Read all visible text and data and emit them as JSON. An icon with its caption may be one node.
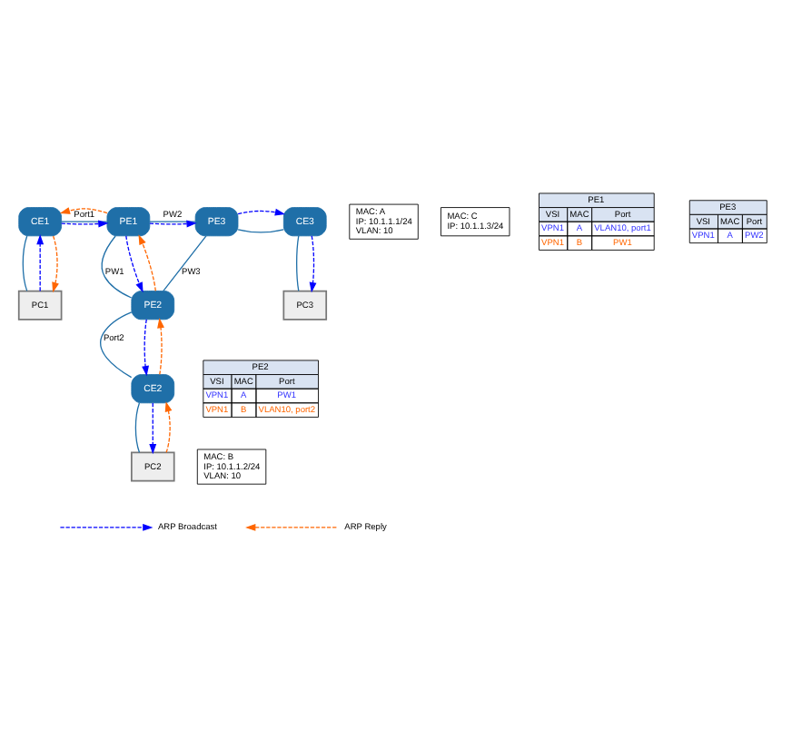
{
  "diagram": {
    "nodes": [
      {
        "text": [
          "CE1"
        ]
      },
      {
        "text": [
          "PE1"
        ]
      },
      {
        "text": [
          "PE3"
        ]
      },
      {
        "text": [
          "CE3"
        ]
      },
      {
        "text": [
          "PC1"
        ]
      },
      {
        "text": [
          "PC3"
        ]
      },
      {
        "text": [
          "MAC: A",
          "IP: 10.1.1.1/24",
          "VLAN: 10"
        ]
      },
      {
        "text": [
          "MAC: C",
          "IP: 10.1.1.3/24"
        ]
      },
      {
        "text": [
          "PE2"
        ]
      },
      {
        "text": [
          "CE2"
        ]
      },
      {
        "text": [
          "PC2"
        ]
      },
      {
        "text": [
          "MAC: B",
          "IP: 10.1.1.2/24",
          "VLAN: 10"
        ]
      }
    ],
    "edges": [
      {
        "from": 0,
        "to": 1,
        "arrow": "none",
        "label": "Port1"
      },
      {
        "from": 1,
        "to": 2,
        "arrow": "none",
        "label": "PW2"
      },
      {
        "from": 2,
        "to": 3,
        "arrow": "none"
      },
      {
        "from": 1,
        "to": 8,
        "arrow": "none",
        "label": "PW1"
      },
      {
        "from": 2,
        "to": 8,
        "arrow": "none",
        "label": "PW3"
      },
      {
        "from": 8,
        "to": 9,
        "arrow": "none",
        "label": "Port2"
      },
      {
        "from": 0,
        "to": 4,
        "arrow": "none"
      },
      {
        "from": 3,
        "to": 5,
        "arrow": "none"
      },
      {
        "from": 9,
        "to": 10,
        "arrow": "none"
      },
      {
        "from": 4,
        "to": 0,
        "arrow": "to",
        "style": "dashed",
        "color": "#0000ff"
      },
      {
        "from": 0,
        "to": 1,
        "arrow": "to",
        "style": "dashed",
        "color": "#0000ff"
      },
      {
        "from": 1,
        "to": 2,
        "arrow": "to",
        "style": "dashed",
        "color": "#0000ff"
      },
      {
        "from": 2,
        "to": 3,
        "arrow": "to",
        "style": "dashed",
        "color": "#0000ff"
      },
      {
        "from": 3,
        "to": 5,
        "arrow": "to",
        "style": "dashed",
        "color": "#0000ff"
      },
      {
        "from": 1,
        "to": 8,
        "arrow": "to",
        "style": "dashed",
        "color": "#0000ff"
      },
      {
        "from": 8,
        "to": 9,
        "arrow": "to",
        "style": "dashed",
        "color": "#0000ff"
      },
      {
        "from": 9,
        "to": 10,
        "arrow": "to",
        "style": "dashed",
        "color": "#0000ff"
      },
      {
        "from": 10,
        "to": 9,
        "arrow": "to",
        "style": "dashed",
        "color": "#ff6600"
      },
      {
        "from": 9,
        "to": 8,
        "arrow": "to",
        "style": "dashed",
        "color": "#ff6600"
      },
      {
        "from": 8,
        "to": 1,
        "arrow": "to",
        "style": "dashed",
        "color": "#ff6600"
      },
      {
        "from": 1,
        "to": 0,
        "arrow": "to",
        "style": "dashed",
        "color": "#ff6600"
      },
      {
        "from": 0,
        "to": 4,
        "arrow": "to",
        "style": "dashed",
        "color": "#ff6600"
      }
    ],
    "labels": [
      "PE1",
      "VSI",
      "MAC",
      "Port",
      "VPN1",
      "A",
      "VLAN10, port1",
      "VPN1",
      "B",
      "PW1",
      "PE3",
      "VSI",
      "MAC",
      "Port",
      "VPN1",
      "A",
      "PW2",
      "PE2",
      "VSI",
      "MAC",
      "Port",
      "VPN1",
      "A",
      "PW1",
      "VPN1",
      "B",
      "VLAN10, port2"
    ],
    "legend": [
      {
        "text": "ARP Broadcast"
      },
      {
        "text": "ARP Reply"
      }
    ]
  }
}
